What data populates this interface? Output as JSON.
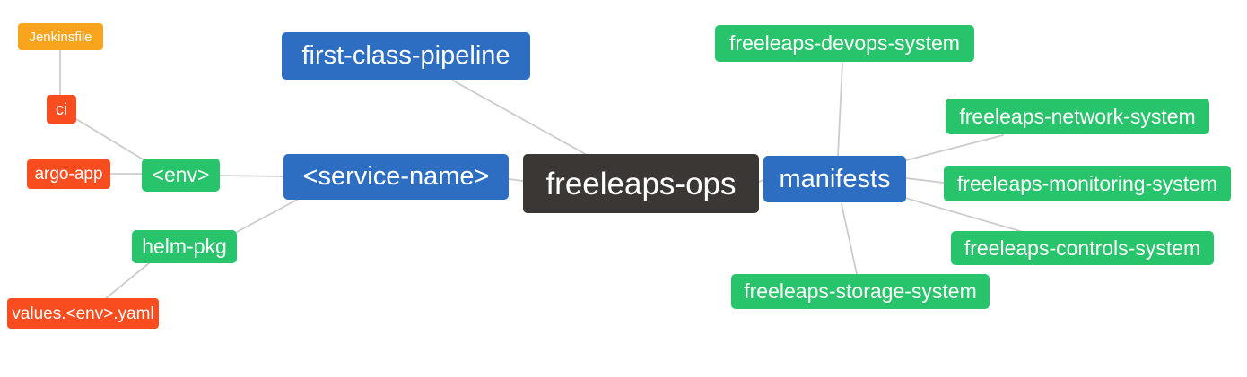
{
  "palette": {
    "blue": "#2d6ec3",
    "green": "#28c46c",
    "red": "#f94d1f",
    "orange": "#f8a41d",
    "dark": "#3b3734",
    "edge": "#cccccc",
    "text": "#ffffff",
    "background": "#ffffff"
  },
  "nodes": [
    {
      "id": "jenkinsfile",
      "label": "Jenkinsfile",
      "color": "orange"
    },
    {
      "id": "ci",
      "label": "ci",
      "color": "red"
    },
    {
      "id": "argo-app",
      "label": "argo-app",
      "color": "red"
    },
    {
      "id": "env",
      "label": "<env>",
      "color": "green"
    },
    {
      "id": "helm-pkg",
      "label": "helm-pkg",
      "color": "green"
    },
    {
      "id": "values-env-yaml",
      "label": "values.<env>.yaml",
      "color": "red"
    },
    {
      "id": "first-class-pipeline",
      "label": "first-class-pipeline",
      "color": "blue"
    },
    {
      "id": "service-name",
      "label": "<service-name>",
      "color": "blue"
    },
    {
      "id": "freeleaps-ops",
      "label": "freeleaps-ops",
      "color": "dark"
    },
    {
      "id": "manifests",
      "label": "manifests",
      "color": "blue"
    },
    {
      "id": "devops-system",
      "label": "freeleaps-devops-system",
      "color": "green"
    },
    {
      "id": "network-system",
      "label": "freeleaps-network-system",
      "color": "green"
    },
    {
      "id": "monitoring-system",
      "label": "freeleaps-monitoring-system",
      "color": "green"
    },
    {
      "id": "controls-system",
      "label": "freeleaps-controls-system",
      "color": "green"
    },
    {
      "id": "storage-system",
      "label": "freeleaps-storage-system",
      "color": "green"
    }
  ],
  "edges": [
    {
      "from": "jenkinsfile",
      "to": "ci"
    },
    {
      "from": "ci",
      "to": "env"
    },
    {
      "from": "argo-app",
      "to": "env"
    },
    {
      "from": "env",
      "to": "service-name"
    },
    {
      "from": "helm-pkg",
      "to": "service-name"
    },
    {
      "from": "helm-pkg",
      "to": "values-env-yaml"
    },
    {
      "from": "first-class-pipeline",
      "to": "freeleaps-ops"
    },
    {
      "from": "service-name",
      "to": "freeleaps-ops"
    },
    {
      "from": "freeleaps-ops",
      "to": "manifests"
    },
    {
      "from": "manifests",
      "to": "devops-system"
    },
    {
      "from": "manifests",
      "to": "network-system"
    },
    {
      "from": "manifests",
      "to": "monitoring-system"
    },
    {
      "from": "manifests",
      "to": "controls-system"
    },
    {
      "from": "manifests",
      "to": "storage-system"
    }
  ]
}
